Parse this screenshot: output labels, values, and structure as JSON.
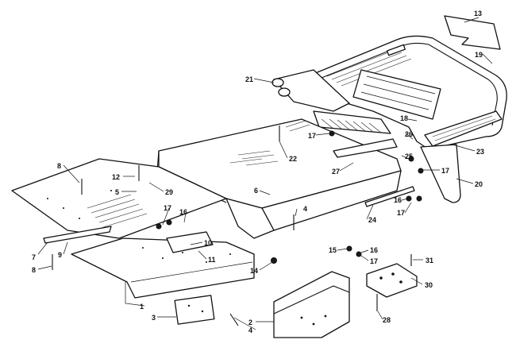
{
  "callouts": [
    {
      "n": "1"
    },
    {
      "n": "2"
    },
    {
      "n": "3"
    },
    {
      "n": "4"
    },
    {
      "n": "4"
    },
    {
      "n": "5"
    },
    {
      "n": "6"
    },
    {
      "n": "7"
    },
    {
      "n": "8"
    },
    {
      "n": "8"
    },
    {
      "n": "9"
    },
    {
      "n": "10"
    },
    {
      "n": "11"
    },
    {
      "n": "12"
    },
    {
      "n": "13"
    },
    {
      "n": "14"
    },
    {
      "n": "15"
    },
    {
      "n": "16"
    },
    {
      "n": "16"
    },
    {
      "n": "16"
    },
    {
      "n": "17"
    },
    {
      "n": "17"
    },
    {
      "n": "17"
    },
    {
      "n": "17"
    },
    {
      "n": "17"
    },
    {
      "n": "18"
    },
    {
      "n": "19"
    },
    {
      "n": "20"
    },
    {
      "n": "21"
    },
    {
      "n": "22"
    },
    {
      "n": "23"
    },
    {
      "n": "24"
    },
    {
      "n": "25"
    },
    {
      "n": "26"
    },
    {
      "n": "27"
    },
    {
      "n": "28"
    },
    {
      "n": "29"
    },
    {
      "n": "30"
    },
    {
      "n": "31"
    }
  ]
}
